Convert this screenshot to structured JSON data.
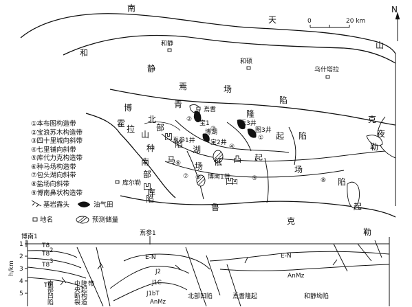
{
  "north": "N",
  "scale": {
    "start": "0",
    "end": "20 km"
  },
  "regions": [
    "南",
    "天",
    "山",
    "和",
    "静",
    "焉",
    "场",
    "陷",
    "博",
    "青",
    "隆",
    "克",
    "夜",
    "勒",
    "霍",
    "拉",
    "山",
    "北",
    "部",
    "凹",
    "陷",
    "种",
    "马",
    "场",
    "低",
    "凸",
    "起",
    "南",
    "部",
    "凹",
    "陷",
    "库",
    "鲁",
    "起",
    "陷",
    "场",
    "凹",
    "陷",
    "起",
    "克",
    "勒"
  ],
  "places": [
    "和静",
    "和硕",
    "乌什塔拉",
    "焉耆",
    "库尔勒"
  ],
  "wells": [
    "焉3井",
    "图3井",
    "宝2井",
    "焉参1井",
    "博南1井"
  ],
  "map_labels": [
    "宝1",
    "博湖",
    "湖",
    "凹"
  ],
  "belts": [
    "①本布图构造带",
    "②宝浪苏木构造带",
    "③四十里城向斜带",
    "④七里铺向斜带",
    "⑤库代力克构造带",
    "⑥种马场构造带",
    "⑦包头湖向斜带",
    "⑧盐场向斜带",
    "⑨博南鼻状构造带"
  ],
  "circled": [
    "①",
    "②",
    "③",
    "④",
    "⑤",
    "⑥",
    "⑦",
    "⑧",
    "⑨"
  ],
  "legend": {
    "bedrock": "基岩露头",
    "gasfield": "油气田",
    "place": "地名",
    "reserve": "预测储量"
  },
  "section": {
    "left_well": "博南1",
    "mid_well": "焉参1",
    "axis_label": "h/km",
    "ticks": [
      "1",
      "2",
      "3",
      "4",
      "5"
    ],
    "units": [
      "E-N",
      "J2",
      "J1C",
      "J1bT",
      "AnMz",
      "E-N",
      "AnMz"
    ],
    "strata": [
      "T8",
      "T8",
      "T8",
      "T9"
    ],
    "sup": [
      "2",
      "3"
    ],
    "zones": [
      "南部凹陷",
      "中央断裂隆起构造带",
      "北部凹陷",
      "焉耆隆起",
      "和静坳陷"
    ]
  }
}
